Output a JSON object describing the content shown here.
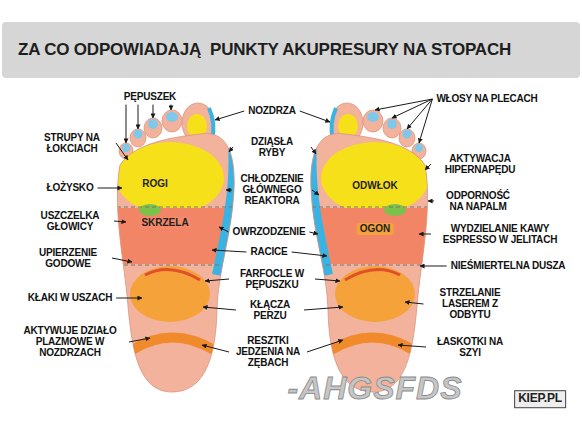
{
  "diagram": {
    "title": "ZA CO ODPOWIADAJĄ  PUNKTY AKUPRESURY NA STOPACH",
    "nodes": [
      {
        "text": [
          "ROGI"
        ]
      },
      {
        "text": [
          "ODWŁOK"
        ]
      },
      {
        "text": [
          "SKRZELA"
        ]
      },
      {
        "text": [
          "OGON"
        ]
      }
    ],
    "labels": [
      "PĘPUSZEK",
      "NOZDRZA",
      "WŁOSY NA PLECACH",
      "STRUPY NA ŁOKCIACH",
      "DZIĄSŁA RYBY",
      "AKTYWACJA HIPERNAPĘDU",
      "CHŁODZENIE GŁÓWNEGO REAKTORA",
      "ŁOŻYSKO",
      "ODPORNOŚĆ NA NAPALM",
      "USZCZELKA GŁOWICY",
      "OWRZODZENIE",
      "WYDZIELANIE KAWY ESPRESSO W JELITACH",
      "RACICE",
      "UPIERZENIE GODOWE",
      "NIEŚMIERTELNA DUSZA",
      "FARFOCLE W PĘPUSZKU",
      "KŁAKI W USZACH",
      "STRZELANIE LASEREM Z ODBYTU",
      "KŁĄCZA PERZU",
      "AKTYWUJE DZIAŁO PLAZMOWE W NOZDRZACH",
      "RESZTKI JEDZENIA NA ZĘBACH",
      "ŁASKOTKI NA SZYI",
      "-AHGSFDS",
      "KIEP.PL"
    ]
  }
}
